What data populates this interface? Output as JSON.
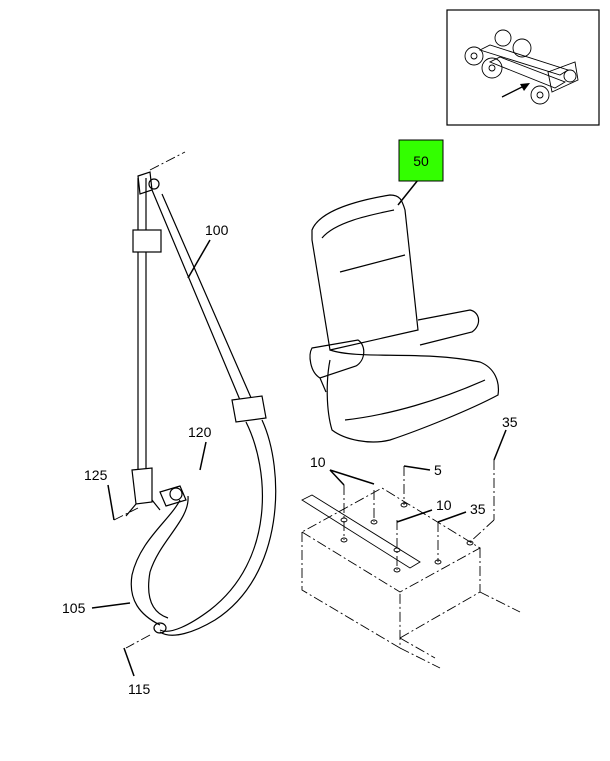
{
  "callouts": {
    "seat": "50",
    "shoulder_belt": "100",
    "buckle": "120",
    "anchor_left": "125",
    "lap_belt": "105",
    "belt_end": "115",
    "bolt_right": "35",
    "bolt_right_inner": "35",
    "washer_left": "10",
    "washer_center": "10",
    "nut": "5"
  },
  "colors": {
    "highlight": "#33ff00"
  }
}
